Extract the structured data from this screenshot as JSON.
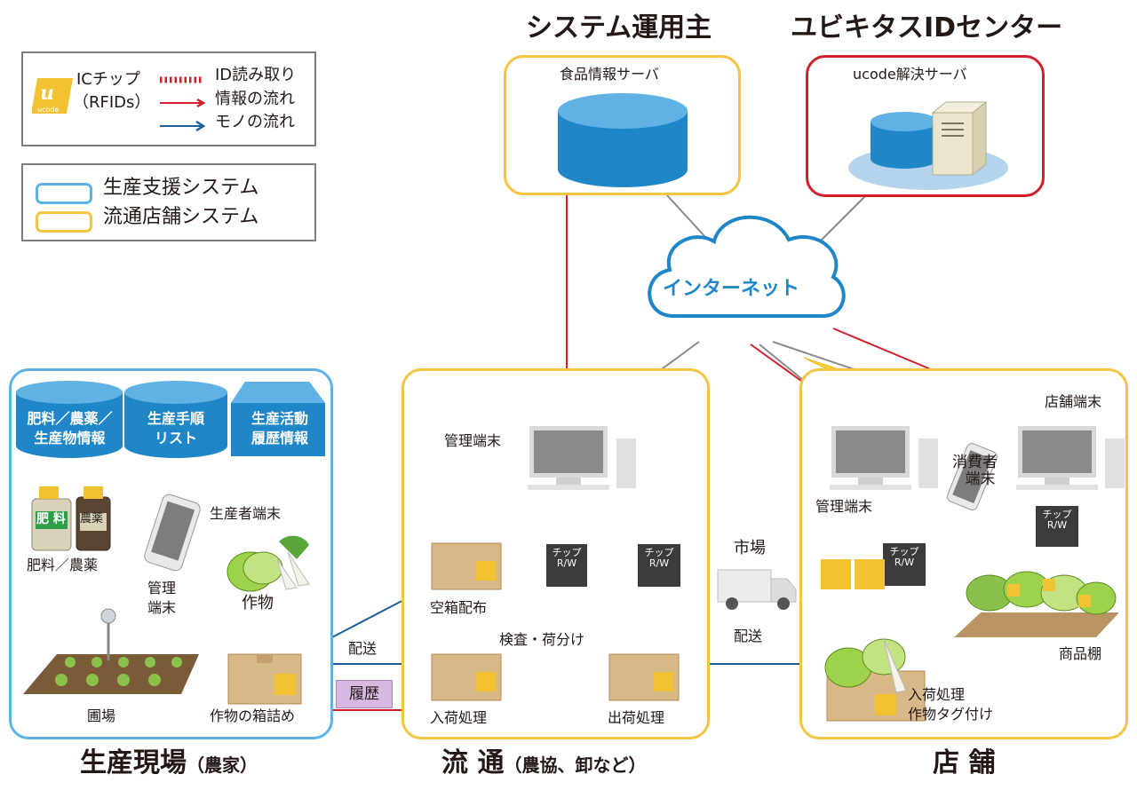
{
  "legend": {
    "chip_label_1": "ICチップ",
    "chip_label_2": "（RFIDs）",
    "id_read": "ID読み取り",
    "info_flow": "情報の流れ",
    "goods_flow": "モノの流れ",
    "production_system": "生産支援システム",
    "distribution_system": "流通店舗システム",
    "chip_logo": "ucode"
  },
  "headers": {
    "system_operator": "システム運用主",
    "ubiquitous_center": "ユビキタスIDセンター"
  },
  "servers": {
    "food_info_server": "食品情報サーバ",
    "ucode_server": "ucode解決サーバ"
  },
  "internet": "インターネット",
  "farm": {
    "db1_line1": "肥料／農薬／",
    "db1_line2": "生産物情報",
    "db2_line1": "生産手順",
    "db2_line2": "リスト",
    "db3_line1": "生産活動",
    "db3_line2": "履歴情報",
    "bag1": "肥 料",
    "bag2": "農薬",
    "fert_label": "肥料／農薬",
    "producer_terminal": "生産者端末",
    "mgmt_terminal_1": "管理",
    "mgmt_terminal_2": "端末",
    "crop": "作物",
    "field": "圃場",
    "boxing": "作物の箱詰め",
    "footer_main": "生産現場",
    "footer_sub": "（農家）"
  },
  "distribution": {
    "mgmt_terminal": "管理端末",
    "empty_box": "空箱配布",
    "inspection": "検査・荷分け",
    "receiving": "入荷処理",
    "shipping": "出荷処理",
    "chip_rw_1": "チップ",
    "chip_rw_2": "R/W",
    "footer_main": "流 通",
    "footer_sub": "（農協、卸など）"
  },
  "middle": {
    "delivery_left": "配送",
    "history": "履歴",
    "market": "市場",
    "delivery_right": "配送"
  },
  "store": {
    "store_terminal": "店舗端末",
    "consumer_terminal_1": "消費者",
    "consumer_terminal_2": "端末",
    "mgmt_terminal": "管理端末",
    "receiving_1": "入荷処理",
    "receiving_2": "作物タグ付け",
    "shelf": "商品棚",
    "footer": "店 舗"
  },
  "colors": {
    "blue_panel": "#5bb4e5",
    "yellow_panel": "#f6c443",
    "red_panel": "#d0202e",
    "info_arrow": "#d0202e",
    "goods_arrow": "#1a5f9e",
    "db_blue": "#1f86c8"
  }
}
